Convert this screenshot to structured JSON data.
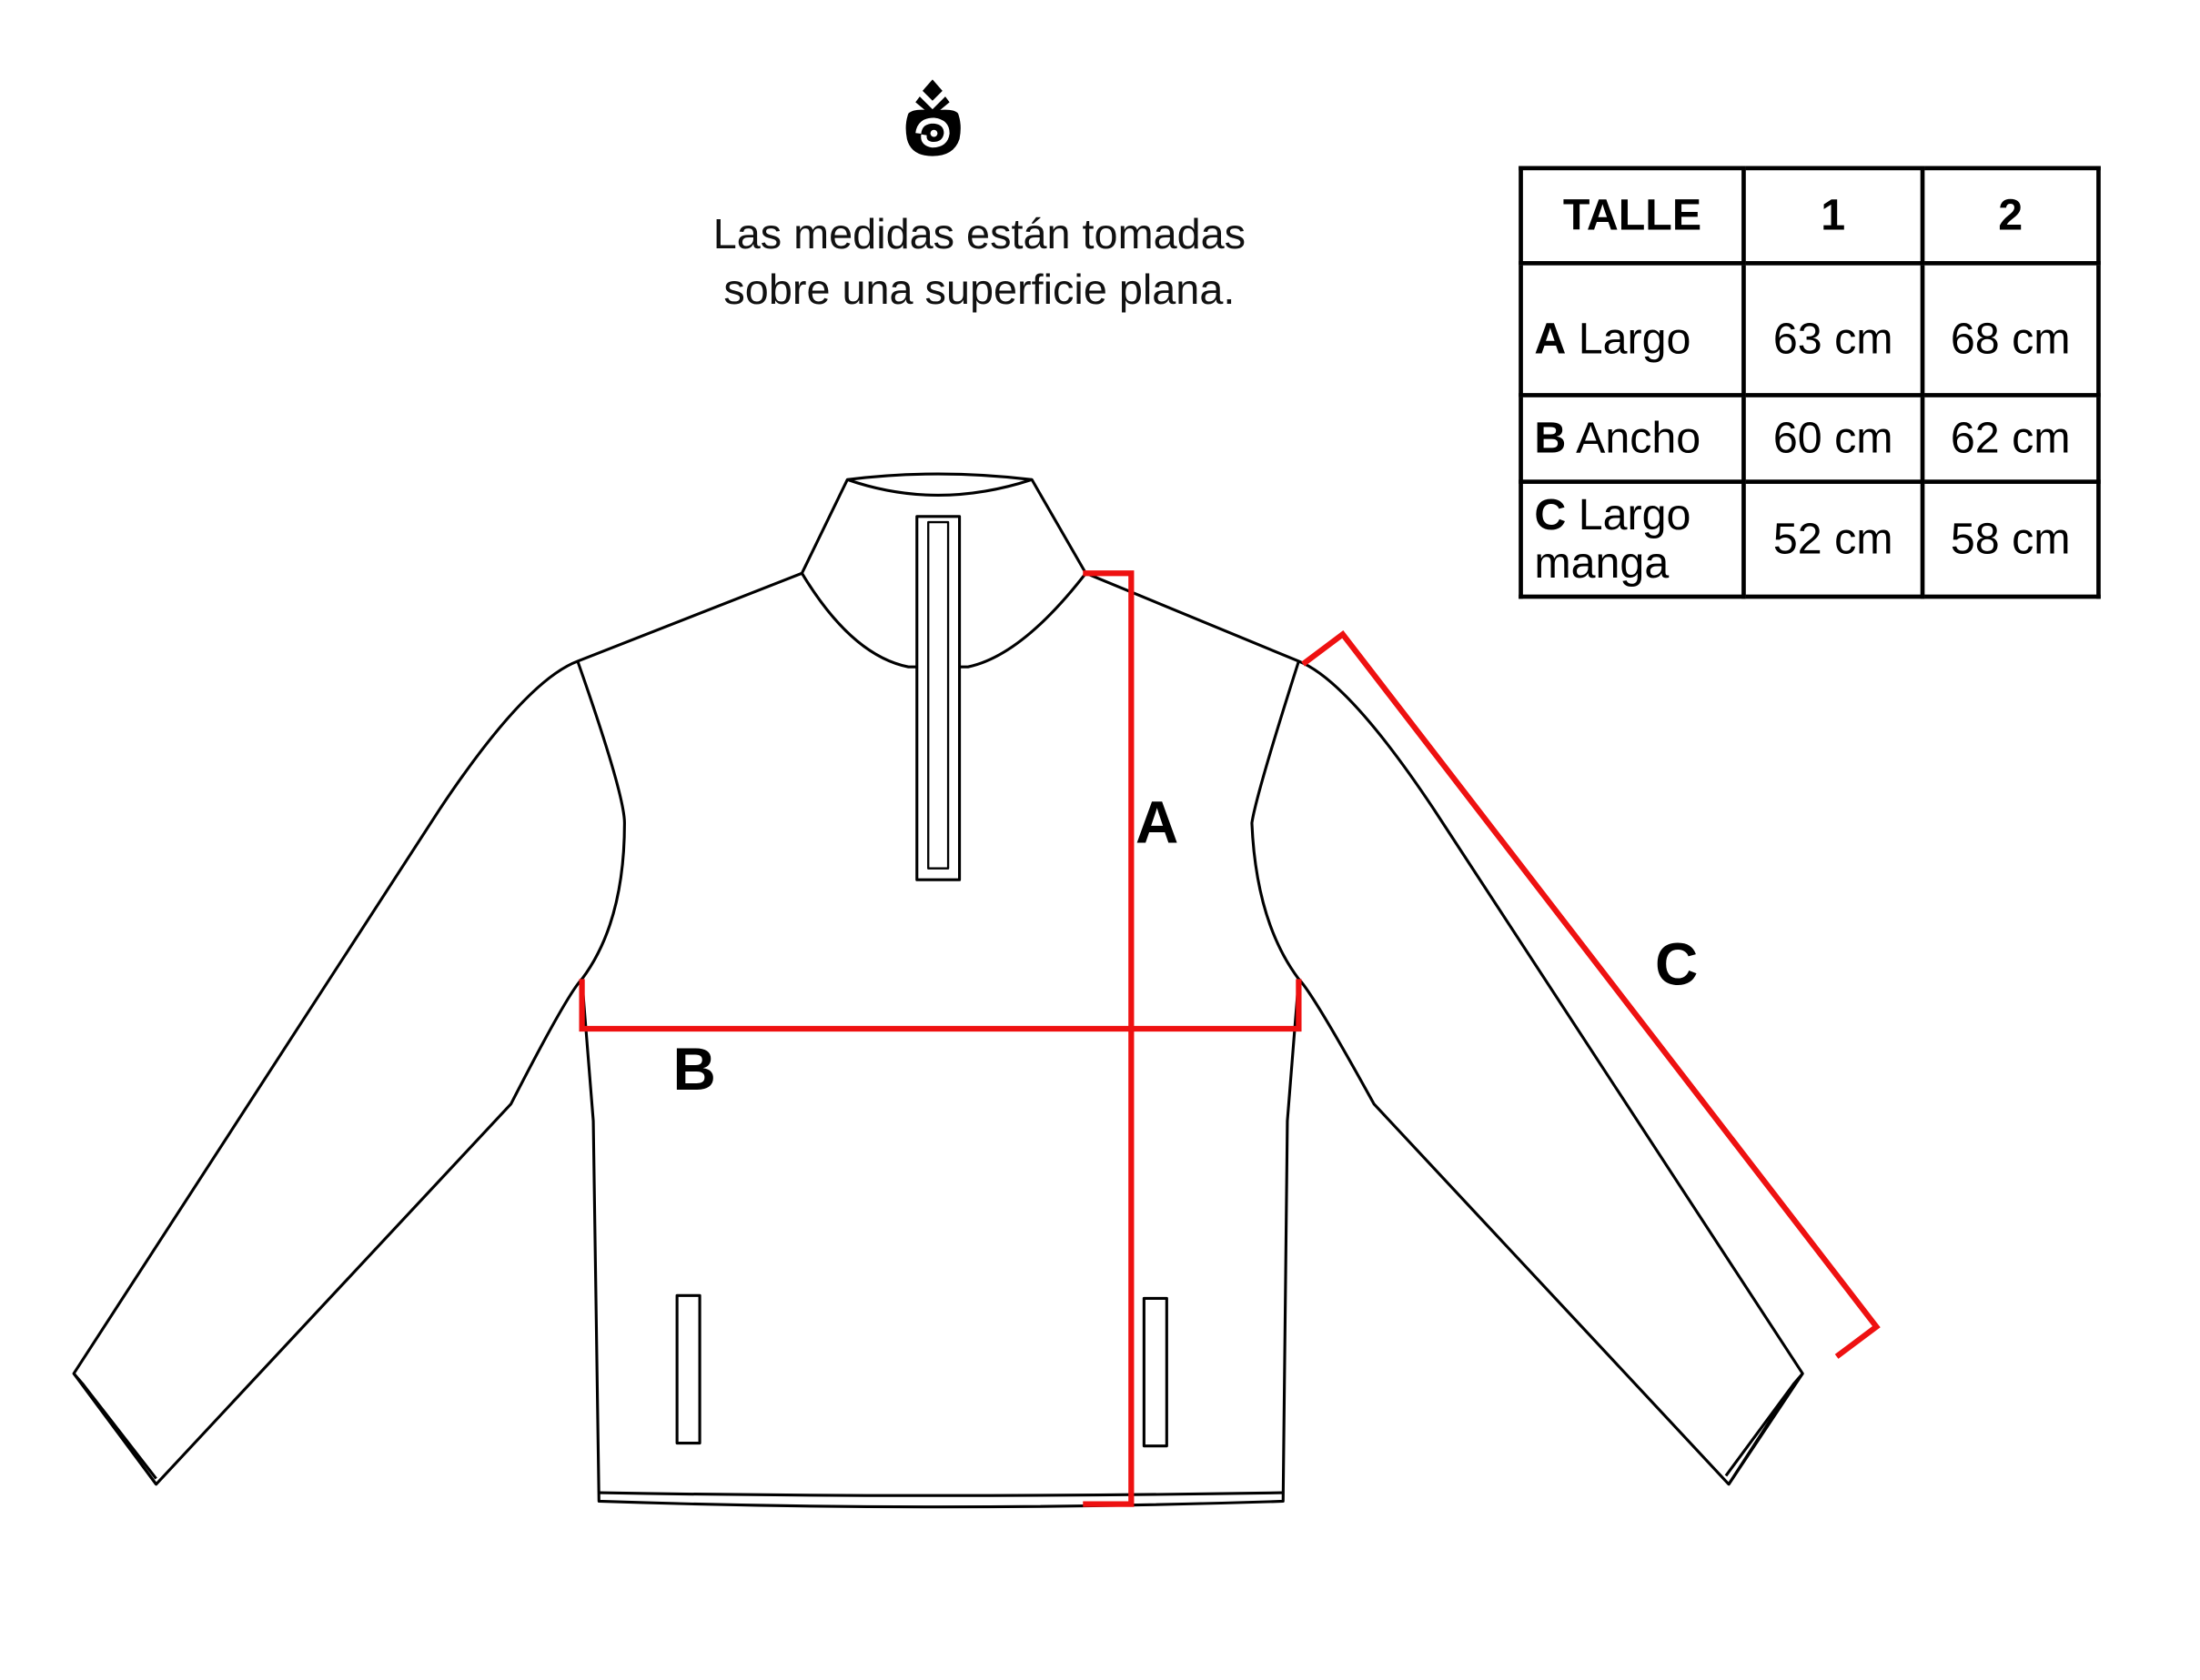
{
  "note": {
    "line1": "Las medidas están tomadas",
    "line2": "sobre una superficie plana."
  },
  "table": {
    "header": [
      "TALLE",
      "1",
      "2"
    ],
    "rows": [
      {
        "letter": "A",
        "name": "Largo",
        "size1": "63 cm",
        "size2": "68 cm"
      },
      {
        "letter": "B",
        "name": "Ancho",
        "size1": "60 cm",
        "size2": "62 cm"
      },
      {
        "letter": "C",
        "name": "Largo manga",
        "size1": "52 cm",
        "size2": "58 cm"
      }
    ]
  },
  "labels": {
    "a": "A",
    "b": "B",
    "c": "C"
  },
  "colors": {
    "measure": "#ee1111",
    "outline": "#000000"
  },
  "icons": {
    "logo": "spiral-crown-logo"
  }
}
